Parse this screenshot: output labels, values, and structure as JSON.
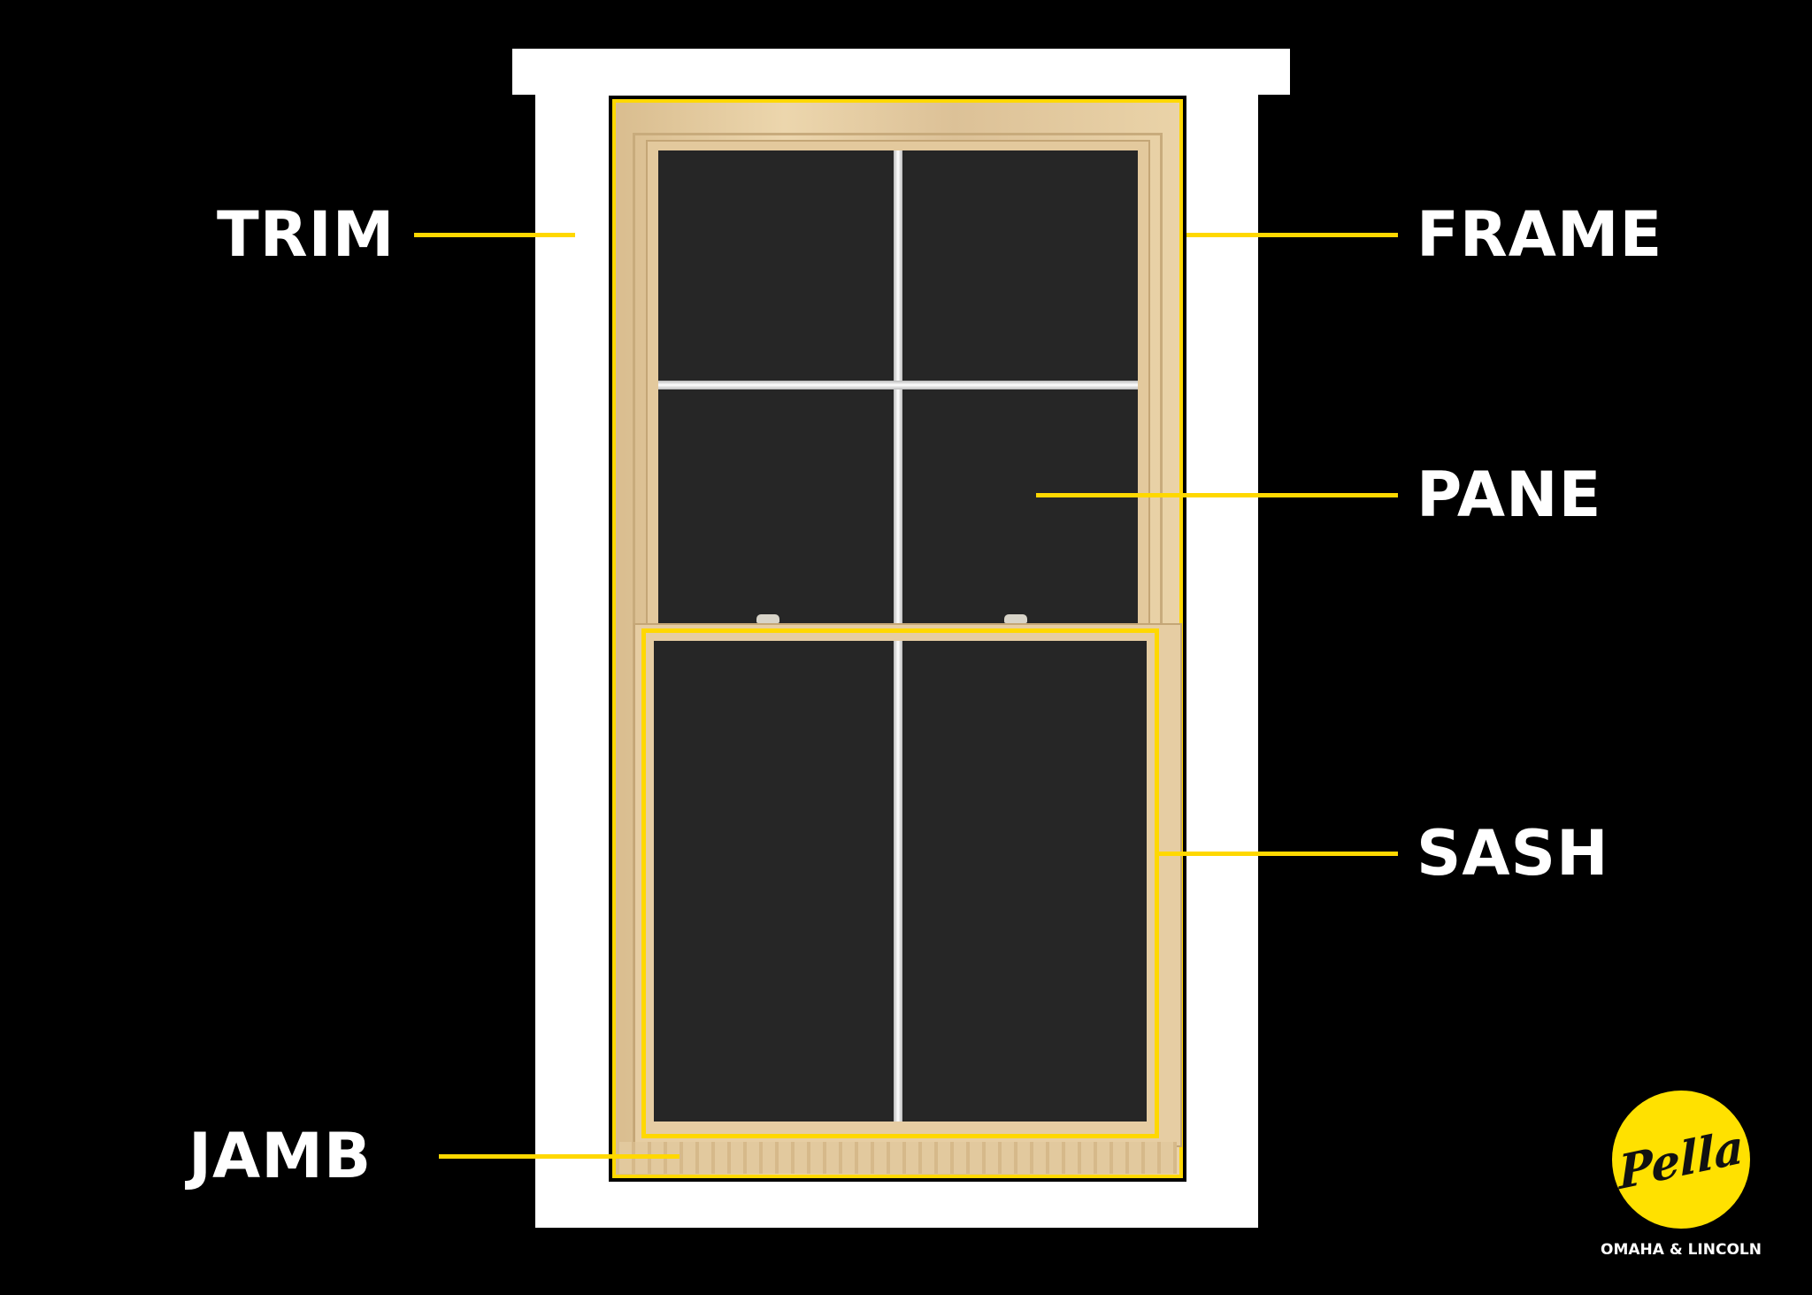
{
  "labels": {
    "trim": "TRIM",
    "frame": "FRAME",
    "pane": "PANE",
    "sash": "SASH",
    "jamb": "JAMB"
  },
  "logo": {
    "brand": "Pella",
    "subtitle": "OMAHA & LINCOLN"
  },
  "colors": {
    "background": "#000000",
    "highlight": "#ffd800",
    "trim": "#ffffff",
    "glass": "#262626",
    "logo": "#ffe100"
  }
}
